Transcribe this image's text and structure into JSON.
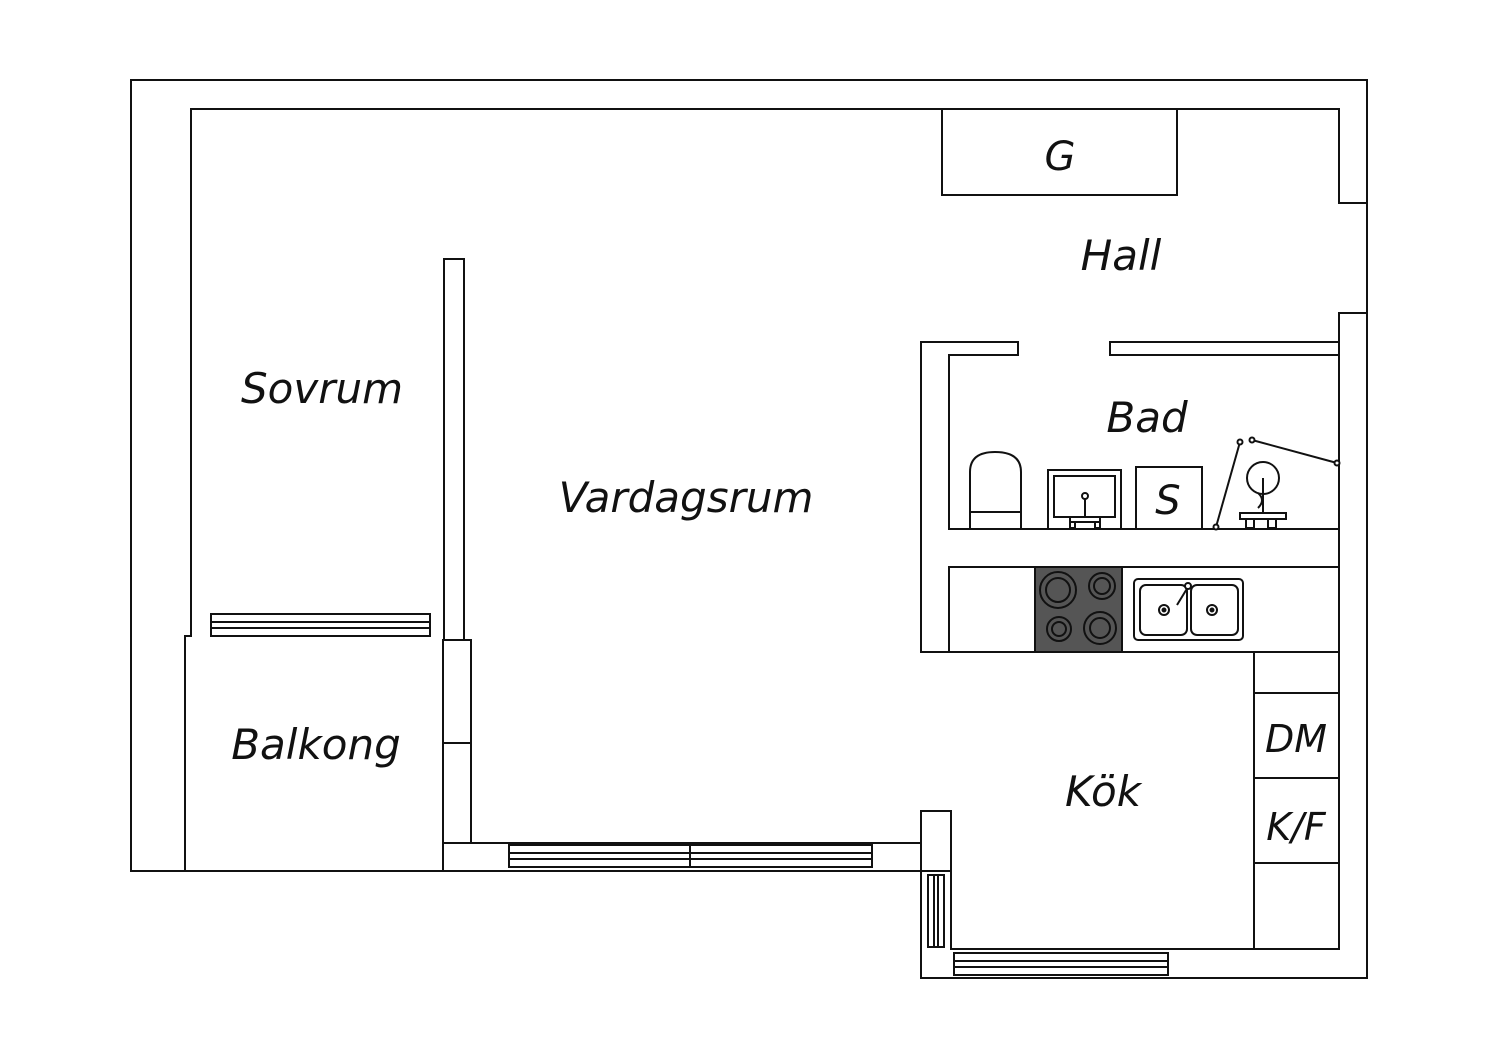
{
  "rooms": {
    "sovrum": "Sovrum",
    "vardagsrum": "Vardagsrum",
    "balkong": "Balkong",
    "hall": "Hall",
    "bad": "Bad",
    "kok": "Kök"
  },
  "fixtures": {
    "garderob": "G",
    "shower": "S",
    "dishwasher": "DM",
    "fridge_freezer": "K/F"
  },
  "colors": {
    "wall": "#ffffff",
    "line": "#111111",
    "stove": "#555555",
    "background": "#ffffff"
  },
  "icons": [
    "toilet-icon",
    "washbasin-icon",
    "shower-icon",
    "bathtub-faucet-icon",
    "stove-icon",
    "kitchen-sink-icon",
    "window-icon"
  ]
}
